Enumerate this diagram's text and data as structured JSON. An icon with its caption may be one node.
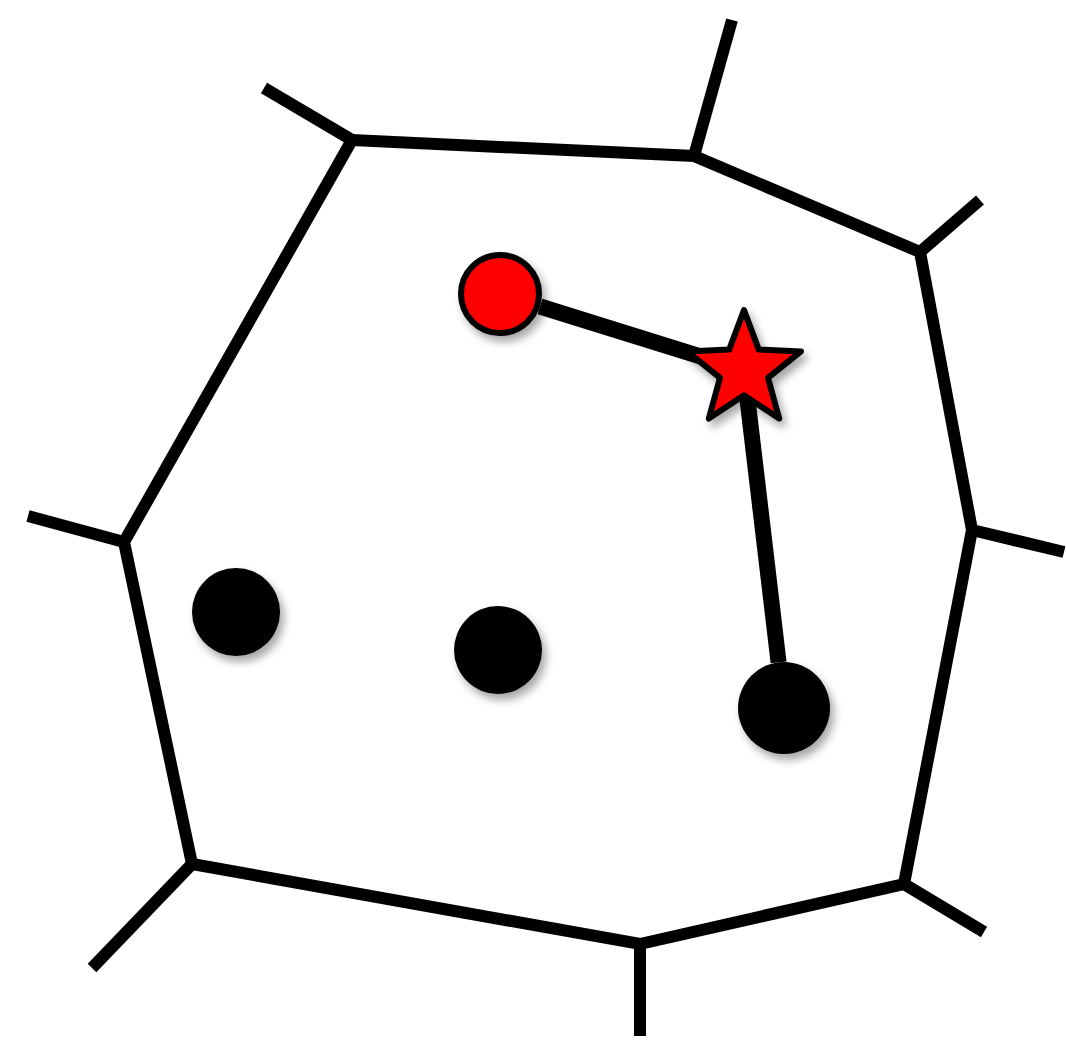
{
  "diagram": {
    "nodes": [
      {
        "text": [],
        "shape": "circle"
      },
      {
        "text": [],
        "shape": "star"
      },
      {
        "text": [],
        "shape": "circle"
      },
      {
        "text": [],
        "shape": "circle"
      },
      {
        "text": [],
        "shape": "circle"
      }
    ],
    "edges": [
      {
        "from": 0,
        "to": 1,
        "arrow": "none"
      },
      {
        "from": 1,
        "to": 4,
        "arrow": "none"
      }
    ]
  }
}
